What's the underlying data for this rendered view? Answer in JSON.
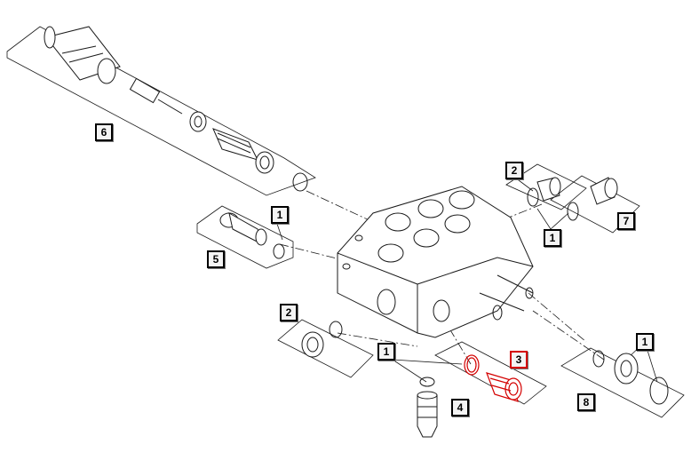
{
  "diagram": {
    "highlight_color": "#d40000",
    "line_color": "#1a1a1a",
    "callouts": [
      {
        "label": "6"
      },
      {
        "label": "2"
      },
      {
        "label": "1"
      },
      {
        "label": "1"
      },
      {
        "label": "7"
      },
      {
        "label": "5"
      },
      {
        "label": "2"
      },
      {
        "label": "1"
      },
      {
        "label": "3",
        "highlighted": true
      },
      {
        "label": "1"
      },
      {
        "label": "4"
      },
      {
        "label": "8"
      }
    ]
  }
}
